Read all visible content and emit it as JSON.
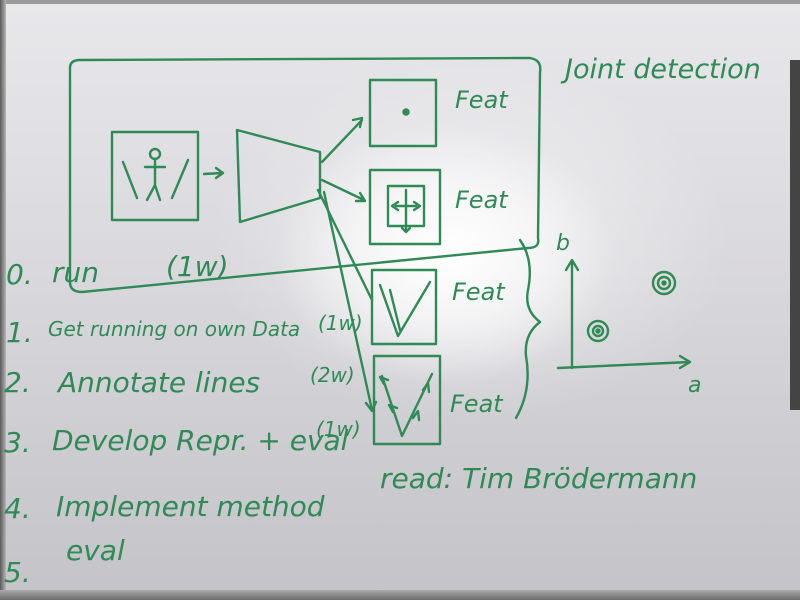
{
  "title": "Joint detection",
  "network": {
    "feature_labels": [
      "Feat",
      "Feat",
      "Feat",
      "Feat"
    ]
  },
  "steps": [
    {
      "num": "0.",
      "text": "run",
      "duration": "(1w)"
    },
    {
      "num": "1.",
      "text": "Get running on own Data",
      "duration": "(1w)"
    },
    {
      "num": "2.",
      "text": "Annotate lines",
      "duration": "(2w)"
    },
    {
      "num": "3.",
      "text": "Develop Repr. + eval",
      "duration": "(1w)"
    },
    {
      "num": "4.",
      "text": "Implement method",
      "duration": ""
    },
    {
      "num": "5.",
      "text": "eval",
      "duration": ""
    }
  ],
  "reading_note": "read: Tim Brödermann",
  "plot": {
    "x_label": "a",
    "y_label": "b"
  },
  "colors": {
    "marker_ink": "#2f8a56",
    "board": "#dcdce0"
  }
}
